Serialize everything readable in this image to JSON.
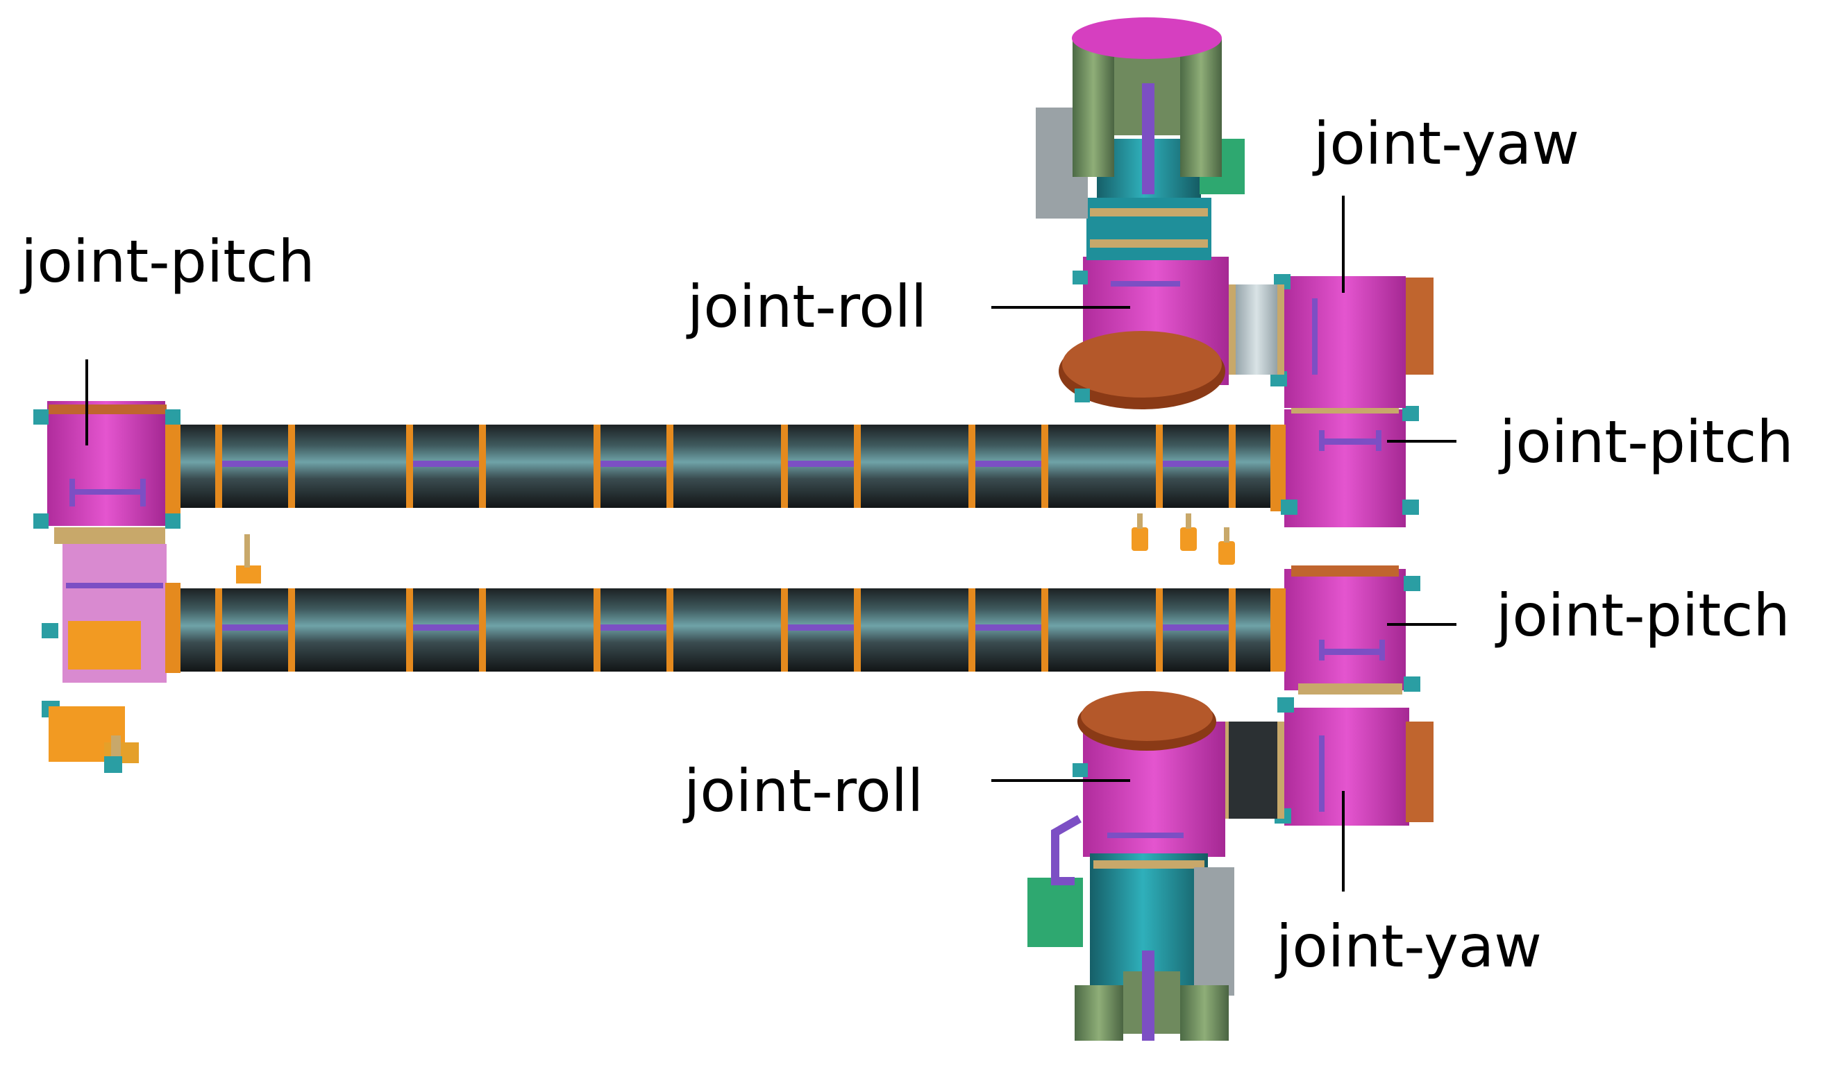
{
  "labels": {
    "left_pitch": "joint-pitch",
    "top_yaw": "joint-yaw",
    "top_roll": "joint-roll",
    "right_pitch_upper": "joint-pitch",
    "right_pitch_lower": "joint-pitch",
    "bottom_roll": "joint-roll",
    "bottom_yaw": "joint-yaw"
  },
  "colors": {
    "joint_body": "#d63fc0",
    "joint_shadow": "#a92a96",
    "boom": "#2c3336",
    "boom_highlight": "#5d8f95",
    "collar": "#e58a1e",
    "strap": "#7c4fc4",
    "teal": "#1f8f9a",
    "green_motor": "#6f8a5e",
    "green_box": "#2ea870",
    "grey_box": "#9aa2a6",
    "copper": "#c0652e",
    "mount_teal": "#2a9ea3",
    "leader_line": "#000000"
  },
  "icons": {
    "joint": "pink-joint-housing",
    "boom": "cylindrical-boom-segment",
    "end_effector": "motorized-end-effector-assembly"
  }
}
